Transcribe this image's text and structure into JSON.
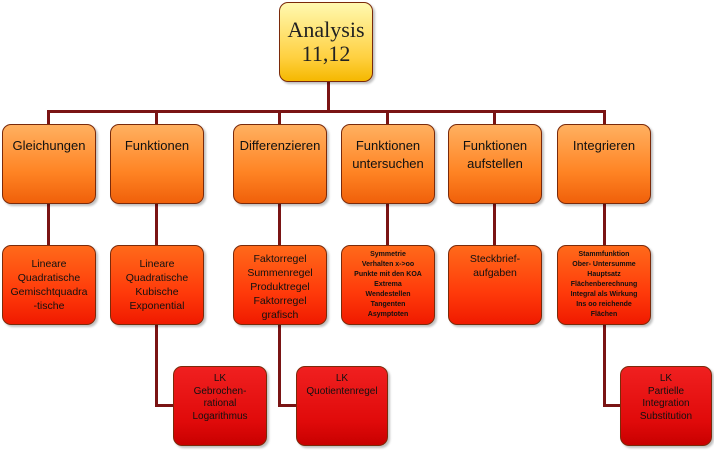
{
  "root": {
    "title": "Analysis\n11,12"
  },
  "categories": [
    {
      "label": "Gleichungen"
    },
    {
      "label": "Funktionen"
    },
    {
      "label": "Differenzieren"
    },
    {
      "label": "Funktionen\nuntersuchen"
    },
    {
      "label": "Funktionen\naufstellen"
    },
    {
      "label": "Integrieren"
    }
  ],
  "topics": [
    {
      "text": "Lineare\nQuadratische\nGemischtquadra\n-tische"
    },
    {
      "text": "Lineare\nQuadratische\nKubische\nExponential"
    },
    {
      "text": "Faktorregel\nSummenregel\nProduktregel\nFaktorregel\ngrafisch"
    },
    {
      "text": "Symmetrie\nVerhalten x->oo\nPunkte mit den KOA\nExtrema\nWendestellen\nTangenten\nAsymptoten"
    },
    {
      "text": "Steckbrief-\naufgaben"
    },
    {
      "text": "Stammfunktion\nOber- Untersumme\nHauptsatz\nFlächenberechnung\nIntegral als Wirkung\nIns oo reichende\nFlächen"
    }
  ],
  "lk": [
    {
      "text": "LK\nGebrochen-\nrational\nLogarithmus"
    },
    {
      "text": "LK\nQuotientenregel"
    },
    {
      "text": "LK\nPartielle\nIntegration\nSubstitution"
    }
  ],
  "colors": {
    "connector": "#7a1414",
    "root": "#ffd040",
    "category": "#ff8424",
    "topic": "#ff3a0a",
    "lk": "#e00a0a"
  }
}
